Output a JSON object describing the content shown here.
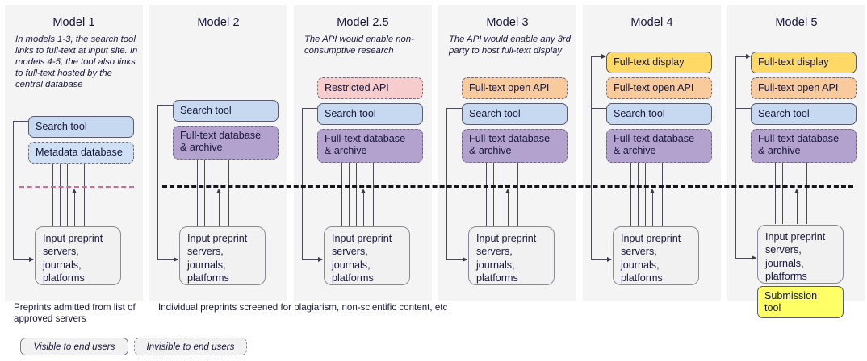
{
  "diagram": {
    "title_row": [
      "Model 1",
      "Model 2",
      "Model 2.5",
      "Model 3",
      "Model 4",
      "Model 5"
    ],
    "colors": {
      "search_tool": "#c6d9f1",
      "metadata_db": "#cfdff4",
      "fulltext_db": "#b3a2cd",
      "open_api": "#f9cb9c",
      "restricted_api": "#f6cccc",
      "fulltext_display": "#ffd966",
      "submission_tool": "#ffff66",
      "input_box": "#f1f1f1",
      "panel_bg": "#f4f4f4",
      "separator_black": "#15151c",
      "separator_pink": "#cd6e9a"
    },
    "columns": [
      {
        "title": "Model 1",
        "note": "In models 1-3, the search tool links to full-text at input site. In models 4-5, the tool also links to full-text hosted by the central database",
        "boxes": [
          {
            "label": "Search tool",
            "style": "solid",
            "color": "search_tool"
          },
          {
            "label": "Metadata database",
            "style": "dashed",
            "color": "metadata_db"
          }
        ],
        "input_label": "Input preprint servers, journals, platforms",
        "separator": "pink"
      },
      {
        "title": "Model 2",
        "note": "",
        "boxes": [
          {
            "label": "Search tool",
            "style": "solid",
            "color": "search_tool"
          },
          {
            "label": "Full-text database & archive",
            "style": "dashed",
            "color": "fulltext_db"
          }
        ],
        "input_label": "Input preprint servers, journals, platforms",
        "separator": "black"
      },
      {
        "title": "Model 2.5",
        "note": "The API would enable non-consumptive research",
        "boxes": [
          {
            "label": "Restricted API",
            "style": "dashed",
            "color": "restricted_api"
          },
          {
            "label": "Search tool",
            "style": "solid",
            "color": "search_tool"
          },
          {
            "label": "Full-text database & archive",
            "style": "dashed",
            "color": "fulltext_db"
          }
        ],
        "input_label": "Input preprint servers, journals, platforms",
        "separator": "black"
      },
      {
        "title": "Model 3",
        "note": "The API would enable any 3rd party to host full-text display",
        "boxes": [
          {
            "label": "Full-text open API",
            "style": "dashed",
            "color": "open_api"
          },
          {
            "label": "Search tool",
            "style": "solid",
            "color": "search_tool"
          },
          {
            "label": "Full-text database & archive",
            "style": "dashed",
            "color": "fulltext_db"
          }
        ],
        "input_label": "Input preprint servers, journals, platforms",
        "separator": "black"
      },
      {
        "title": "Model 4",
        "note": "",
        "boxes": [
          {
            "label": "Full-text display",
            "style": "solid",
            "color": "fulltext_display"
          },
          {
            "label": "Full-text open API",
            "style": "dashed",
            "color": "open_api"
          },
          {
            "label": "Search tool",
            "style": "solid",
            "color": "search_tool"
          },
          {
            "label": "Full-text database & archive",
            "style": "dashed",
            "color": "fulltext_db"
          }
        ],
        "input_label": "Input preprint servers, journals, platforms",
        "separator": "black"
      },
      {
        "title": "Model 5",
        "note": "",
        "boxes": [
          {
            "label": "Full-text display",
            "style": "solid",
            "color": "fulltext_display"
          },
          {
            "label": "Full-text open API",
            "style": "dashed",
            "color": "open_api"
          },
          {
            "label": "Search tool",
            "style": "solid",
            "color": "search_tool"
          },
          {
            "label": "Full-text database & archive",
            "style": "dashed",
            "color": "fulltext_db"
          }
        ],
        "input_label": "Input preprint servers, journals, platforms",
        "extra_box": {
          "label": "Submission tool",
          "style": "solid",
          "color": "submission_tool"
        },
        "separator": "black"
      }
    ],
    "captions": {
      "left": "Preprints admitted from list of approved servers",
      "right": "Individual preprints screened for plagiarism, non-scientific content, etc"
    },
    "legend": [
      {
        "label": "Visible to end users",
        "style": "solid"
      },
      {
        "label": "Invisible to end users",
        "style": "dashed"
      }
    ],
    "input_lines": {
      "l1": "Input preprint",
      "l2": "servers,",
      "l3": "journals,",
      "l4": "platforms"
    },
    "box_lines": {
      "fulltext_db_l1": "Full-text database",
      "fulltext_db_l2": "& archive",
      "submission_l1": "Submission",
      "submission_l2": "tool"
    }
  }
}
